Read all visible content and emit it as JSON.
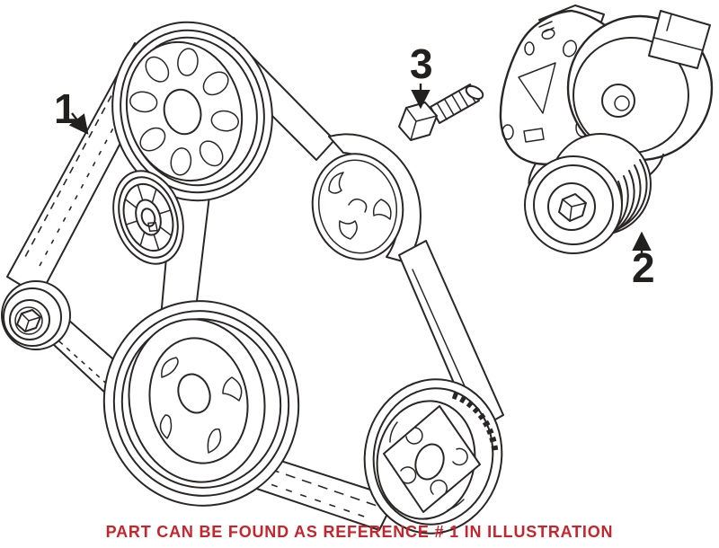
{
  "diagram": {
    "background_color": "#ffffff",
    "line_color": "#2b2626",
    "accent_color": "#c9232b"
  },
  "callouts": [
    {
      "label": "1"
    },
    {
      "label": "2"
    },
    {
      "label": "3"
    }
  ],
  "caption": {
    "text": "PART CAN BE FOUND AS REFERENCE # 1 IN ILLUSTRATION",
    "color": "#c9232b"
  }
}
